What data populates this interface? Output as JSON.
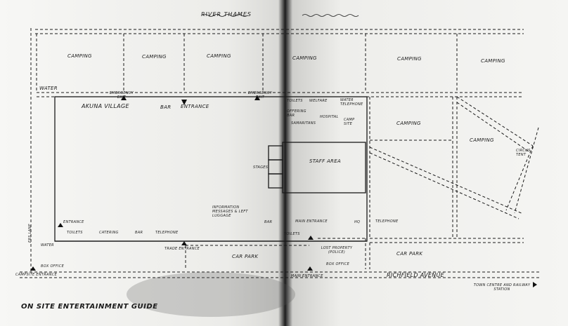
{
  "river": "RIVER THAMES",
  "guide_title": "ON SITE ENTERTAINMENT GUIDE",
  "colors": {
    "ink": "#1a1a1a",
    "paper": "#f3f3f1",
    "shadow": "#1c1c1c"
  },
  "icons": [
    "arrow-marker-icon",
    "triangle-marker-icon",
    "road-marker-icon"
  ],
  "labels": {
    "camping": "CAMPING",
    "water": "WATER",
    "emergency_exit": "EMERGENCY EXIT",
    "akuna_village": "AKUNA VILLAGE",
    "bar": "BAR",
    "entrance": "ENTRANCE",
    "toilets": "TOILETS",
    "welfare": "WELFARE",
    "water_telephone": "WATER TELEPHONE",
    "offering_bar": "OFFERING BAR",
    "samaritans": "SAMARITANS",
    "hospital": "HOSPITAL",
    "camp_site": "CAMP SITE",
    "staff_area": "STAFF AREA",
    "stages": "STAGES",
    "information": "INFORMATION MESSAGES & LEFT LUGGAGE",
    "main_entrance": "MAIN ENTRANCE",
    "hq": "HQ",
    "telephone": "TELEPHONE",
    "catering": "CATERING",
    "trade_entrance": "TRADE ENTRANCE",
    "car_park": "CAR PARK",
    "lost_property": "LOST PROPERTY (POLICE)",
    "box_office": "BOX OFFICE",
    "campsite_entrance": "CAMPSITE ENTRANCE",
    "main_entrance_road": "MAIN ENTRANCE",
    "richfield_avenue": "RICHFIELD AVENUE",
    "town_centre": "TOWN CENTRE AND RAILWAY STATION",
    "lane": "ERS LANE",
    "circus_tent": "CIRCUS TENT"
  }
}
